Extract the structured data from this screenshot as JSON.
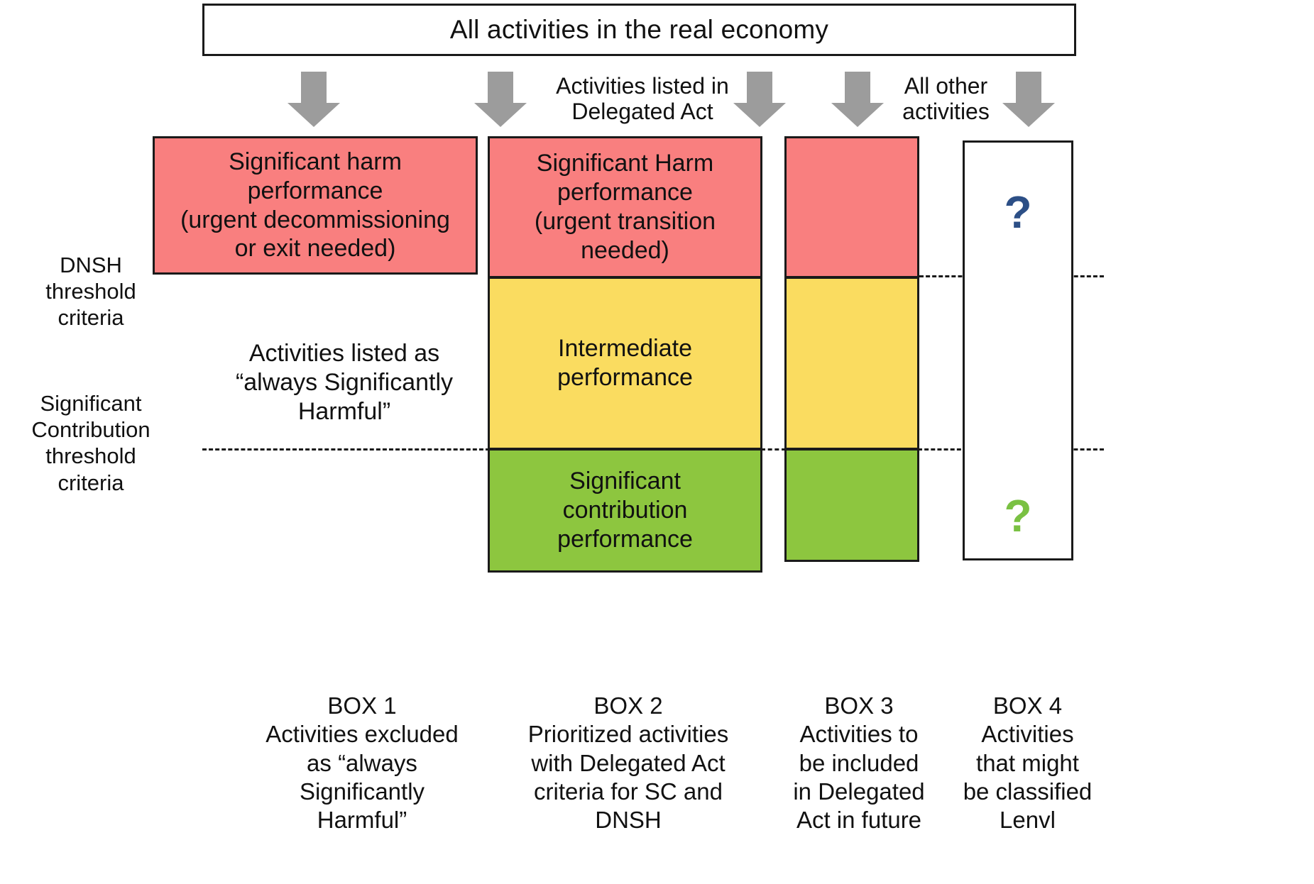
{
  "header": {
    "title": "All activities in the real economy"
  },
  "arrow_captions": [
    {
      "text": "Activities listed in\nDelegated Act"
    },
    {
      "text": "All other\nactivities"
    }
  ],
  "axis_labels": [
    {
      "id": "dnsh",
      "text": "DNSH\nthreshold\ncriteria"
    },
    {
      "id": "sc",
      "text": "Significant\nContribution\nthreshold\ncriteria"
    }
  ],
  "columns": [
    {
      "id": "box1",
      "cells": [
        {
          "band": "red",
          "text": "Significant harm\nperformance\n(urgent decommissioning\nor exit needed)"
        }
      ],
      "free_text": "Activities listed as\n“always Significantly\nHarmful”",
      "caption": "BOX 1\nActivities excluded\nas “always\nSignificantly\nHarmful”"
    },
    {
      "id": "box2",
      "cells": [
        {
          "band": "red",
          "text": "Significant Harm\nperformance\n(urgent transition\nneeded)"
        },
        {
          "band": "yellow",
          "text": "Intermediate\nperformance"
        },
        {
          "band": "green",
          "text": "Significant\ncontribution\nperformance"
        }
      ],
      "caption": "BOX 2\nPrioritized activities\nwith Delegated Act\ncriteria for SC and\nDNSH"
    },
    {
      "id": "box3",
      "cells": [
        {
          "band": "red",
          "text": ""
        },
        {
          "band": "yellow",
          "text": ""
        },
        {
          "band": "green",
          "text": ""
        }
      ],
      "caption": "BOX 3\nActivities to\nbe included\nin Delegated\nAct in future"
    },
    {
      "id": "box4",
      "cells": [
        {
          "band": "plain",
          "text": ""
        },
        {
          "band": "plain",
          "text": ""
        },
        {
          "band": "plain",
          "text": ""
        }
      ],
      "question_marks": [
        {
          "id": "upper",
          "glyph": "?",
          "color": "#2C4F86"
        },
        {
          "id": "lower",
          "glyph": "?",
          "color": "#7AC143"
        }
      ],
      "caption": "BOX 4\nActivities\nthat might\nbe classified\nLenvl"
    }
  ],
  "colors": {
    "red": "#F97F7F",
    "yellow": "#FADC60",
    "green": "#8DC63F",
    "arrow_gray": "#9C9C9C",
    "outline": "#1A1A1A",
    "question_blue": "#2C4F86",
    "question_green": "#7AC143"
  }
}
